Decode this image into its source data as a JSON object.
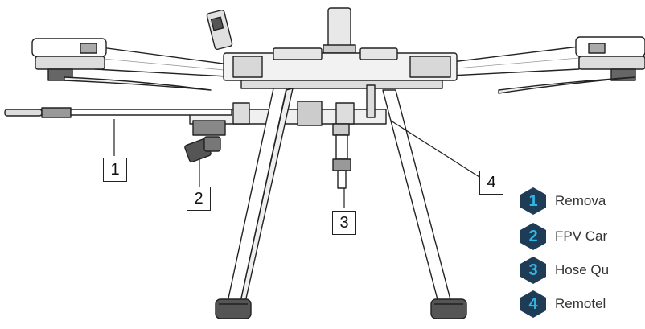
{
  "callouts": [
    {
      "number": "1"
    },
    {
      "number": "2"
    },
    {
      "number": "3"
    },
    {
      "number": "4"
    }
  ],
  "legend": {
    "items": [
      {
        "number": "1",
        "label": "Remova"
      },
      {
        "number": "2",
        "label": "FPV Car"
      },
      {
        "number": "3",
        "label": "Hose Qu"
      },
      {
        "number": "4",
        "label": "Remotel"
      }
    ],
    "hex_color": "#1f3c57",
    "number_color": "#2fb6e6"
  }
}
